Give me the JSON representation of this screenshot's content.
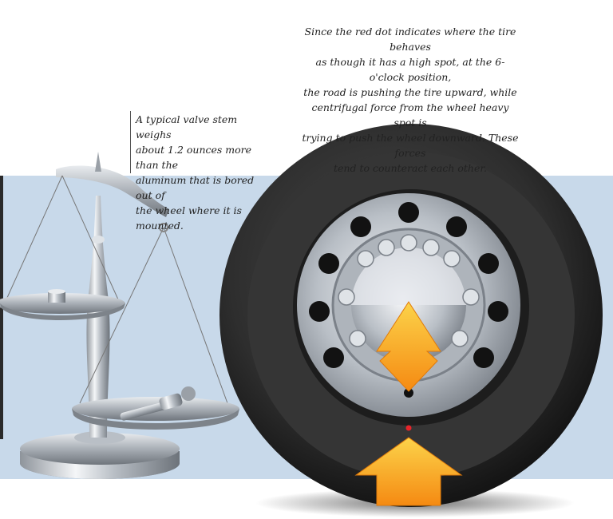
{
  "captions": {
    "tire_forces": [
      "Since the red dot indicates where the tire behaves",
      "as though it has a high spot, at the 6-o'clock position,",
      "the road is pushing the tire upward, while",
      "centrifugal force from the wheel heavy spot is",
      "trying to push the wheel downward. These forces",
      "tend to counteract each other."
    ],
    "valve_stem": [
      "A typical valve stem weighs",
      "about 1.2 ounces more than the",
      "aluminum that is bored out of",
      "the wheel where it is mounted."
    ]
  },
  "colors": {
    "background_band": "#c8d9ea",
    "tire": "#2b2b2b",
    "arrow_orange": "#f7a21b",
    "arrow_yellow": "#fcd34a",
    "high_spot_dot": "#e8242a",
    "chrome": "#c9cdd2"
  },
  "icons": {
    "balance_scale": "balance-scale-illustration",
    "tire": "truck-tire-illustration",
    "arrow_down": "arrow-down-icon",
    "arrow_up": "arrow-up-icon"
  }
}
